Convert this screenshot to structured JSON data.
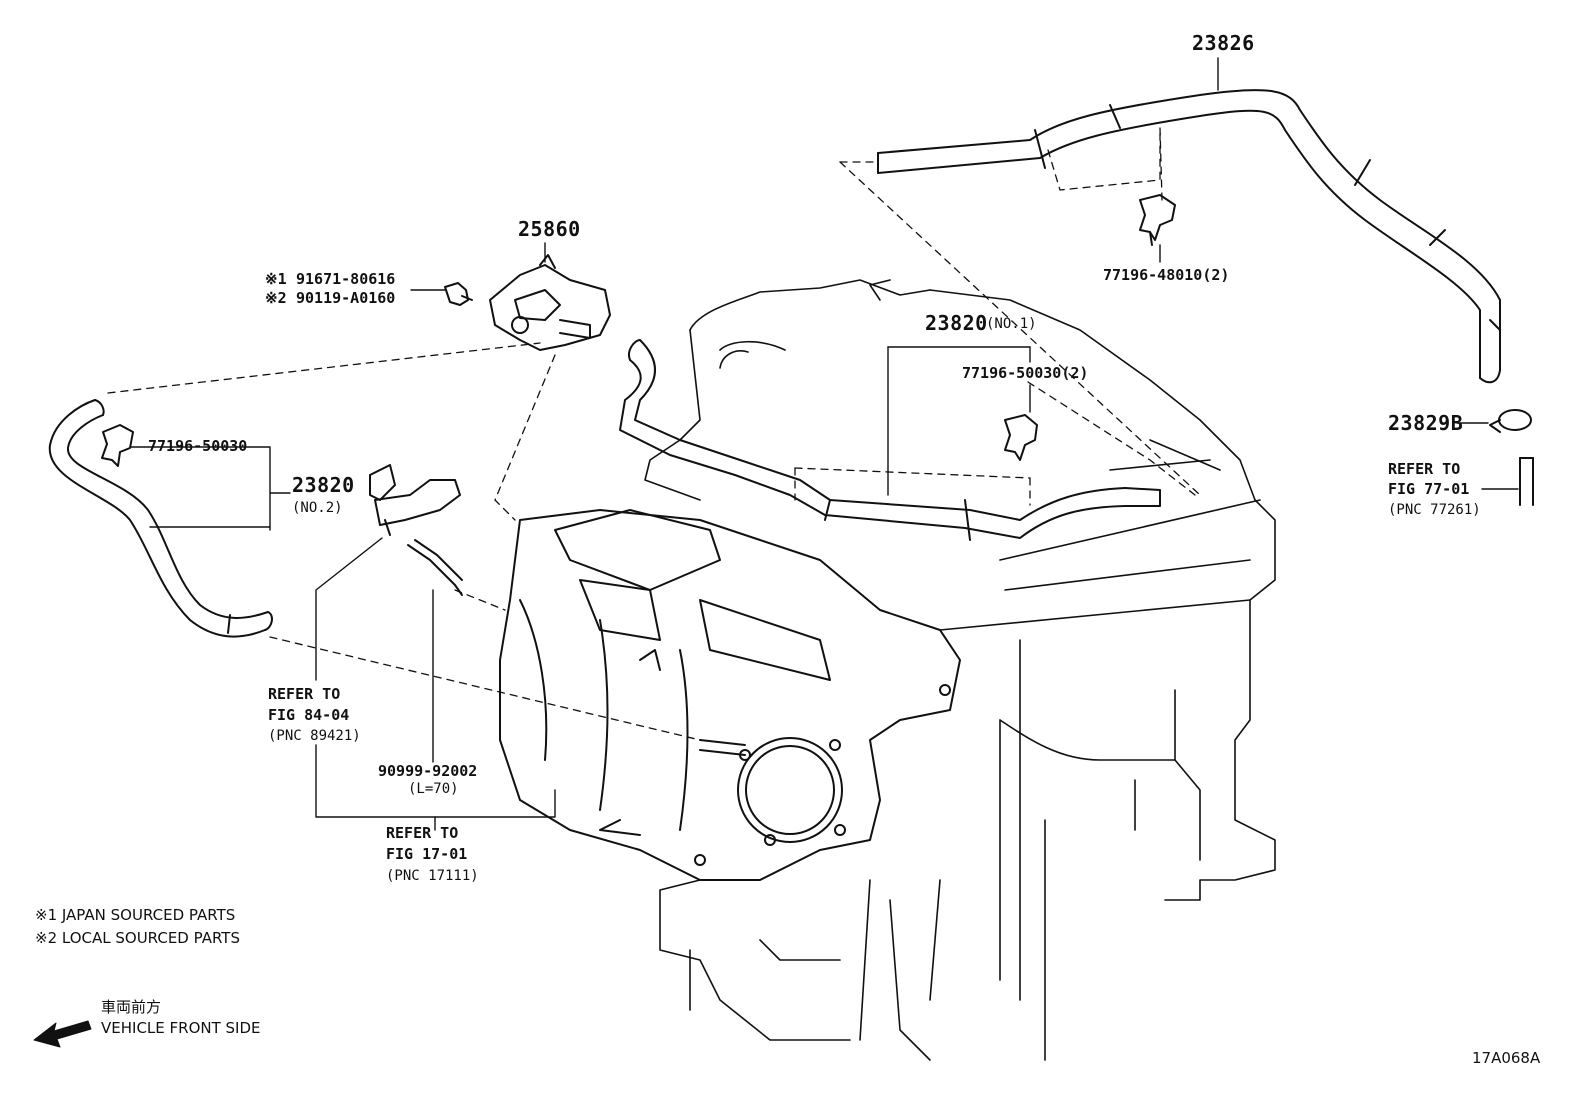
{
  "labels": {
    "p23826": "23826",
    "p77196_48010": "77196-48010(2)",
    "p25860": "25860",
    "p91671_prefix": "※1",
    "p91671": "91671-80616",
    "p90119_prefix": "※2",
    "p90119": "90119-A0160",
    "p23820_no1": "23820",
    "p23820_no1_suffix": "(NO.1)",
    "p77196_50030_2": "77196-50030(2)",
    "p23829b": "23829B",
    "refer_77_line1": "REFER TO",
    "refer_77_line2": "FIG 77-01",
    "refer_77_line3": "(PNC 77261)",
    "p77196_50030": "77196-50030",
    "p23820_no2": "23820",
    "p23820_no2_suffix": "(NO.2)",
    "refer_84_line1": "REFER TO",
    "refer_84_line2": "FIG 84-04",
    "refer_84_line3": "(PNC 89421)",
    "p90999": "90999-92002",
    "p90999_len": "(L=70)",
    "refer_17_line1": "REFER TO",
    "refer_17_line2": "FIG 17-01",
    "refer_17_line3": "(PNC 17111)"
  },
  "notes": {
    "japan": "※1 JAPAN SOURCED PARTS",
    "local": "※2 LOCAL SOURCED PARTS"
  },
  "direction": {
    "japanese": "車両前方",
    "english": "VEHICLE FRONT SIDE",
    "icon": "arrow-left-icon"
  },
  "figure_id": "17A068A"
}
